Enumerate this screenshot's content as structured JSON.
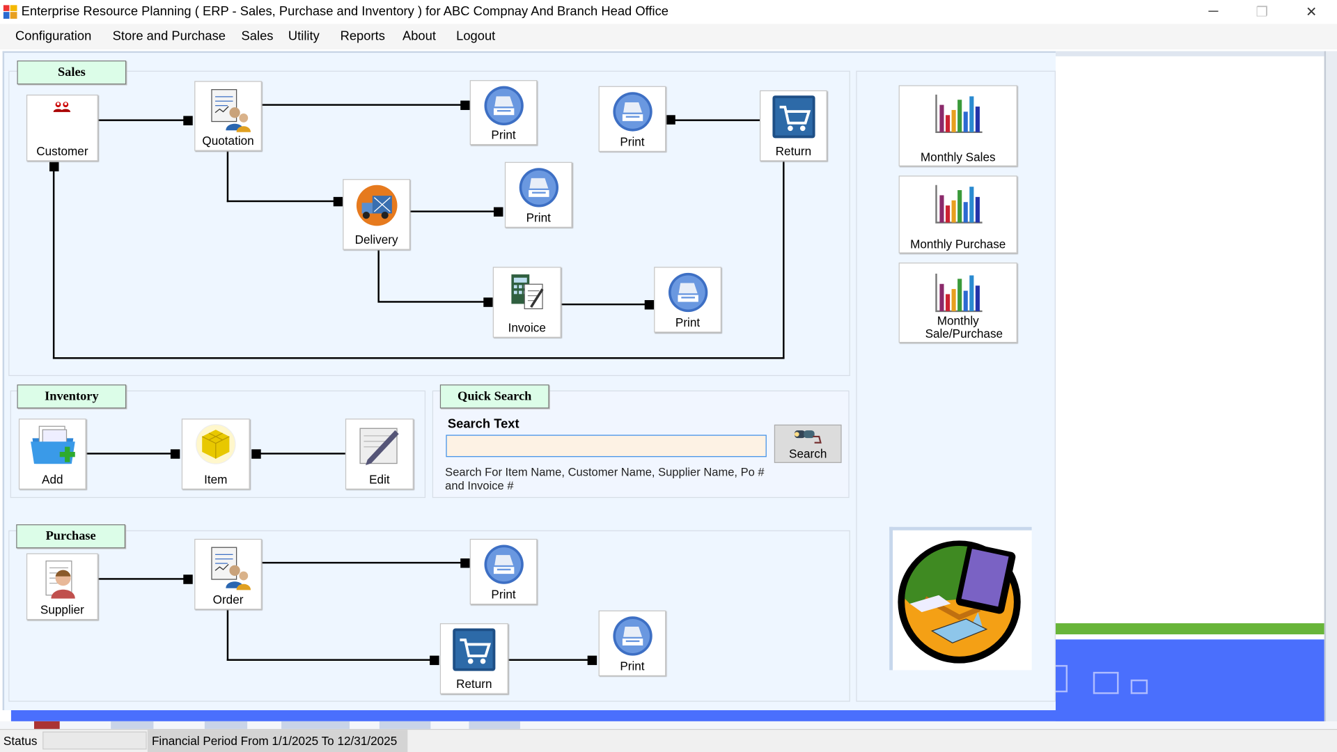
{
  "window": {
    "title": "Enterprise Resource Planning ( ERP - Sales, Purchase and Inventory ) for ABC Compnay And Branch Head Office",
    "minimize": "─",
    "restore": "❐",
    "close": "✕"
  },
  "menu": [
    "Configuration",
    "Store and Purchase",
    "Sales",
    "Utility",
    "Reports",
    "About",
    "Logout"
  ],
  "sales": {
    "title": "Sales",
    "customer": "Customer",
    "quotation": "Quotation",
    "print1": "Print",
    "print2": "Print",
    "return": "Return",
    "delivery": "Delivery",
    "print3": "Print",
    "invoice": "Invoice",
    "print4": "Print"
  },
  "reports": {
    "monthly_sales": "Monthly Sales",
    "monthly_purchase": "Monthly Purchase",
    "monthly_sale_purchase": "Monthly Sale/Purchase"
  },
  "inventory": {
    "title": "Inventory",
    "add": "Add",
    "item": "Item",
    "edit": "Edit"
  },
  "quick_search": {
    "title": "Quick Search",
    "label": "Search Text",
    "value": "",
    "button": "Search",
    "help": "Search For Item Name, Customer Name, Supplier Name, Po # and Invoice #"
  },
  "purchase": {
    "title": "Purchase",
    "supplier": "Supplier",
    "order": "Order",
    "print1": "Print",
    "return": "Return",
    "print2": "Print"
  },
  "status": {
    "label": "Status",
    "progress": "",
    "period": "Financial Period From 1/1/2025 To 12/31/2025"
  },
  "colors": {
    "panel": "#eef6ff",
    "label_bg": "#dcfde8",
    "accent_blue": "#4a6ffd",
    "green": "#68b53a"
  }
}
